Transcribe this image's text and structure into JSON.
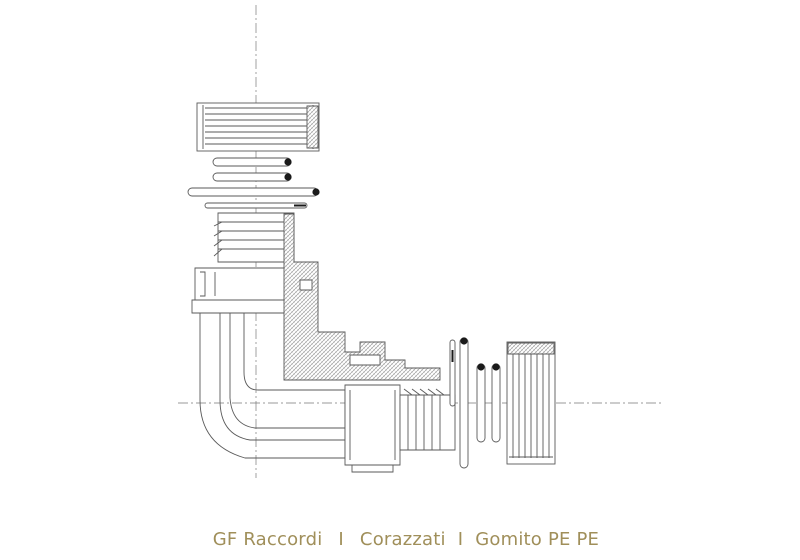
{
  "drawing": {
    "subject": "Exploded technical drawing of an elbow fitting (Gomito PE PE) with clamping nuts, O-rings and split rings",
    "line_color": "#5a5a5a",
    "seal_color": "#1a1a1a",
    "hatch_color": "#8a8a8a"
  },
  "caption": {
    "brand": "GF Raccordi",
    "separator": "I",
    "category": "Corazzati",
    "product": "Gomito PE PE",
    "color": "#a08f5a"
  }
}
